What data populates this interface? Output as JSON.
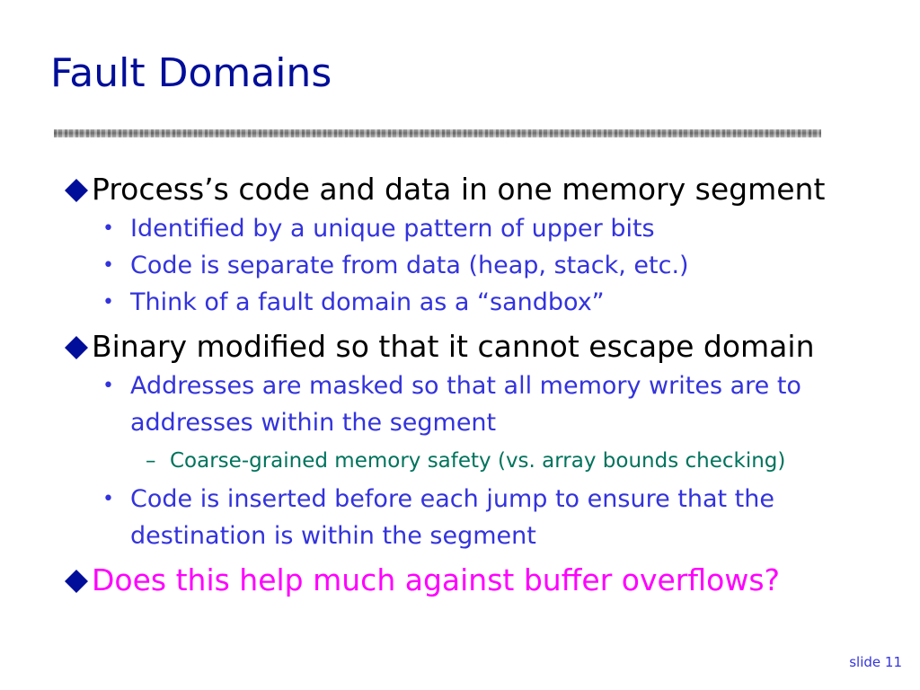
{
  "slide": {
    "title": "Fault Domains",
    "number_label": "slide 11"
  },
  "colors": {
    "title": "#000e99",
    "level1": "#000000",
    "level2": "#3333dd",
    "level3": "#00735c",
    "highlight": "#ff00ff",
    "marker": "#000e99"
  },
  "icons": {
    "level1_marker": "diamond-bullet-icon",
    "level2_marker": "round-bullet-icon"
  },
  "bullets": [
    {
      "text": "Process’s code and data in one memory segment",
      "sub": [
        "Identified by a unique pattern of upper bits",
        "Code is separate from data (heap, stack, etc.)",
        "Think of a fault domain as a “sandbox”"
      ]
    },
    {
      "text": "Binary modified so that it cannot escape domain",
      "sub": [
        {
          "line1": "Addresses are masked so that all memory writes are to",
          "line2": "addresses within the segment",
          "sub": [
            "Coarse-grained memory safety (vs. array bounds checking)"
          ]
        },
        {
          "line1": "Code is inserted before each jump to ensure that the",
          "line2": "destination is within the segment"
        }
      ]
    },
    {
      "text": "Does this help much against buffer overflows?"
    }
  ]
}
